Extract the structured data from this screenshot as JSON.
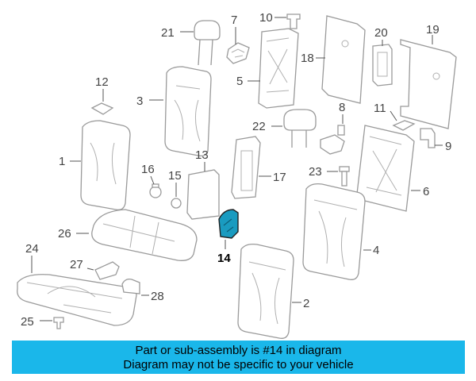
{
  "diagram": {
    "callouts": {
      "c1": "1",
      "c2": "2",
      "c3": "3",
      "c4": "4",
      "c5": "5",
      "c6": "6",
      "c7": "7",
      "c8": "8",
      "c9": "9",
      "c10": "10",
      "c11": "11",
      "c12": "12",
      "c13": "13",
      "c14": "14",
      "c15": "15",
      "c16": "16",
      "c17": "17",
      "c18": "18",
      "c19": "19",
      "c20": "20",
      "c21": "21",
      "c22": "22",
      "c23": "23",
      "c24": "24",
      "c25": "25",
      "c26": "26",
      "c27": "27",
      "c28": "28"
    },
    "highlight_color": "#1a9bc0"
  },
  "banner": {
    "line1": "Part or sub-assembly is #14 in diagram",
    "line2": "Diagram may not be specific to your vehicle",
    "background": "#1ab7ea"
  }
}
